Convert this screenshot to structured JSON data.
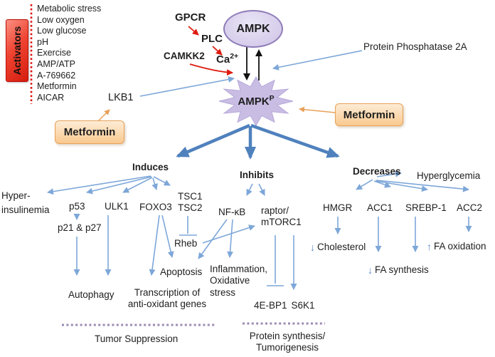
{
  "activators": {
    "title": "Activators",
    "items": [
      "Metabolic stress",
      "Low oxygen",
      "Low glucose",
      "pH",
      "Exercise",
      "AMP/ATP",
      "A-769662",
      "Metformin",
      "AICAR"
    ]
  },
  "upper": {
    "gpcr": "GPCR",
    "plc": "PLC",
    "camkk2": "CAMKK2",
    "ca_base": "Ca",
    "ca_sup": "2+",
    "ampk": "AMPK",
    "pp2a": "Protein Phosphatase 2A",
    "lkb1": "LKB1",
    "metformin_left": "Metformin",
    "metformin_right": "Metformin",
    "ampk_p_base": "AMPK",
    "ampk_p_sup": "P"
  },
  "induces": {
    "heading": "Induces",
    "hyper_l1": "Hyper-",
    "hyper_l2": "insulinemia",
    "p53": "p53",
    "p21_p27": "p21 & p27",
    "ulk1": "ULK1",
    "foxo3": "FOXO3",
    "tsc1": "TSC1",
    "tsc2": "TSC2",
    "rheb": "Rheb",
    "autophagy": "Autophagy",
    "transcription_l1": "Transcription of",
    "transcription_l2": "anti-oxidant genes",
    "apoptosis": "Apoptosis"
  },
  "inhibits": {
    "heading": "Inhibits",
    "nfkb": "NF-κB",
    "raptor_l1": "raptor/",
    "raptor_l2": "mTORC1",
    "inflammation_l1": "Inflammation,",
    "inflammation_l2": "Oxidative",
    "inflammation_l3": "stress",
    "target_4ebp1": "4E-BP1",
    "target_s6k1": "S6K1"
  },
  "decreases": {
    "heading": "Decreases",
    "hyperglycemia": "Hyperglycemia",
    "hmgr": "HMGR",
    "acc1": "ACC1",
    "srebp1": "SREBP-1",
    "acc2": "ACC2",
    "down_glyph": "↓",
    "up_glyph": "↑",
    "cholesterol": "Cholesterol",
    "fa_synthesis": "FA synthesis",
    "fa_oxidation": "FA oxidation"
  },
  "footers": {
    "tumor": "Tumor Suppression",
    "protein_l1": "Protein synthesis/",
    "protein_l2": "Tumorigenesis"
  },
  "colors": {
    "thin_blue": "#7da7d8",
    "thick_blue": "#4f81bd",
    "red": "#de1b10",
    "orange": "#e8a159",
    "orange_fill": "#fbd6a4",
    "purple_node": "#d8d0ec",
    "star_fill": "#c9bde4",
    "dot_separator": "#9b8bb4",
    "activator_red": "#e02315"
  }
}
